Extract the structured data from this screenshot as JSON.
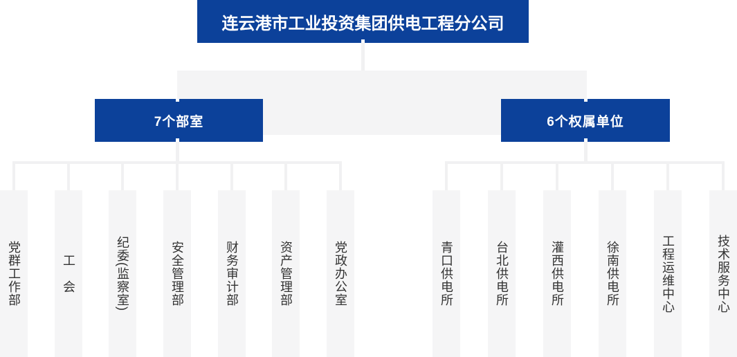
{
  "org_chart": {
    "type": "organization-chart",
    "root": "连云港市工业投资集团供电工程分公司",
    "groups": [
      {
        "label": "7个部室",
        "members": [
          "党群工作部",
          "工　会",
          "纪委(监察室)",
          "安全管理部",
          "财务审计部",
          "资产管理部",
          "党政办公室"
        ]
      },
      {
        "label": "6个权属单位",
        "members": [
          "青口供电所",
          "台北供电所",
          "灌西供电所",
          "徐南供电所",
          "工程运维中心",
          "技术服务中心"
        ]
      }
    ]
  },
  "colors": {
    "primary_blue": "#0c419a",
    "node_text": "#ffffff",
    "band_gray": "#f4f4f5",
    "connector_gray": "#f1f1f2",
    "leaf_gray": "#f5f5f6",
    "leaf_text": "#333333"
  }
}
